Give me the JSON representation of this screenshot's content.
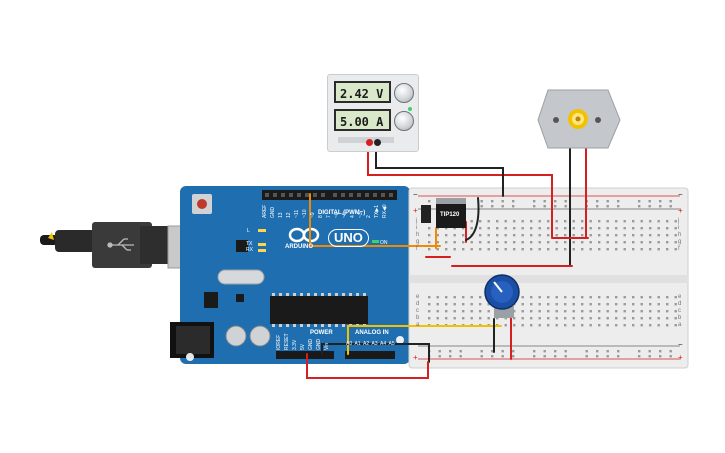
{
  "power_supply": {
    "voltage_display": "2.42 V",
    "current_display": "5.00 A"
  },
  "transistor": {
    "label": "TIP120"
  },
  "arduino": {
    "brand": "ARDUINO",
    "model": "UNO",
    "on_label": "ON",
    "tx_label": "TX",
    "rx_label": "RX",
    "l_label": "L",
    "digital_label": "DIGITAL (PWM~)",
    "power_label": "POWER",
    "analog_label": "ANALOG IN",
    "analog_pins": [
      "A0",
      "A1",
      "A2",
      "A3",
      "A4",
      "A5"
    ],
    "power_pins": [
      "IOREF",
      "RESET",
      "3.3V",
      "5V",
      "GND",
      "GND",
      "Vin"
    ],
    "digital_pins": [
      "AREF",
      "GND",
      "13",
      "12",
      "~11",
      "~10",
      "~9",
      "8",
      "7",
      "~6",
      "~5",
      "4",
      "~3",
      "2",
      "TX▶1",
      "RX◀0"
    ]
  },
  "breadboard": {
    "row_letters_top": [
      "j",
      "i",
      "h",
      "g",
      "f"
    ],
    "row_letters_bottom": [
      "e",
      "d",
      "c",
      "b",
      "a"
    ],
    "plus_label": "+",
    "minus_label": "−"
  },
  "colors": {
    "board_blue": "#1f6fb0",
    "wire_red": "#d62020",
    "wire_black": "#222222",
    "wire_orange": "#f08a00",
    "wire_yellow": "#f2c200",
    "pot_blue": "#1b4fa5"
  }
}
